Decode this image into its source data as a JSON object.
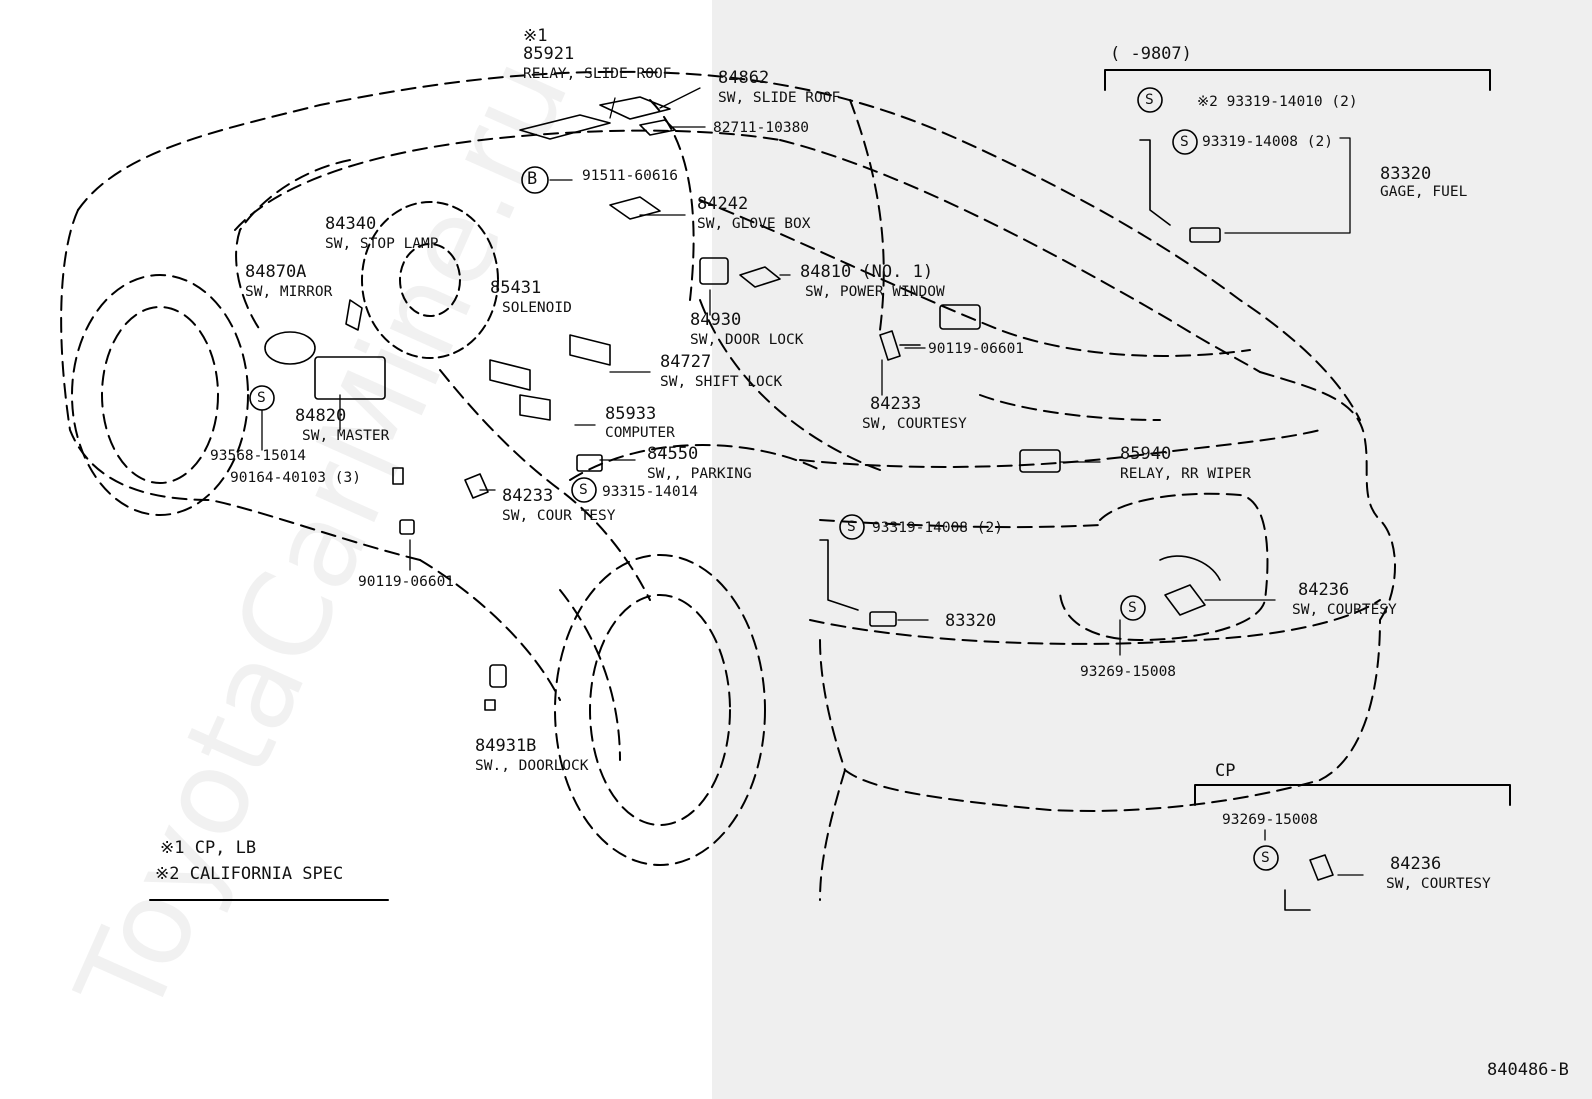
{
  "watermark": "ToyotaCarMine.ru",
  "diagram_id": "840486-B",
  "legend": {
    "note1": "※1 CP, LB",
    "note2": "※2 CALIFORNIA SPEC"
  },
  "inset_top": {
    "title": "(        -9807)",
    "part1": "※2 93319-14010 (2)",
    "part2": "93319-14008 (2)",
    "part3_no": "83320",
    "part3_name": "GAGE, FUEL"
  },
  "inset_cp": {
    "title": "CP",
    "part1": "93269-15008",
    "part2_no": "84236",
    "part2_name": "SW, COURTESY"
  },
  "parts": {
    "slide_roof_relay_note": "※1",
    "slide_roof_relay_no": "85921",
    "slide_roof_relay_name": "RELAY, SLIDE ROOF",
    "slide_roof_sw_no": "84862",
    "slide_roof_sw_name": "SW, SLIDE ROOF",
    "p82711": "82711-10380",
    "p91511": "91511-60616",
    "glove_box_no": "84242",
    "glove_box_name": "SW, GLOVE BOX",
    "stop_lamp_no": "84340",
    "stop_lamp_name": "SW, STOP LAMP",
    "mirror_no": "84870A",
    "mirror_name": "SW, MIRROR",
    "solenoid_no": "85431",
    "solenoid_name": "SOLENOID",
    "power_window_no": "84810 (NO. 1)",
    "power_window_name": "SW, POWER WINDOW",
    "door_lock_no": "84930",
    "door_lock_name": "SW, DOOR LOCK",
    "p90119_right": "90119-06601",
    "shift_lock_no": "84727",
    "shift_lock_name": "SW, SHIFT LOCK",
    "courtesy_mid_no": "84233",
    "courtesy_mid_name": "SW, COURTESY",
    "master_no": "84820",
    "master_name": "SW, MASTER",
    "computer_no": "85933",
    "computer_name": "COMPUTER",
    "parking_no": "84550",
    "parking_name": "SW,, PARKING",
    "p93568": "93568-15014",
    "p90164": "90164-40103 (3)",
    "p93315": "93315-14014",
    "courtesy_left_no": "84233",
    "courtesy_left_name": "SW, COUR TESY",
    "p90119_left": "90119-06601",
    "rr_wiper_no": "85940",
    "rr_wiper_name": "RELAY, RR WIPER",
    "p93319_rear": "93319-14008 (2)",
    "fuel_gage_rear": "83320",
    "courtesy_rear_no": "84236",
    "courtesy_rear_name": "SW, COURTESY",
    "p93269_rear": "93269-15008",
    "doorlock_sw_no": "84931B",
    "doorlock_sw_name": "SW., DOORLOCK",
    "circle_b": "B",
    "circle_s": "S"
  }
}
